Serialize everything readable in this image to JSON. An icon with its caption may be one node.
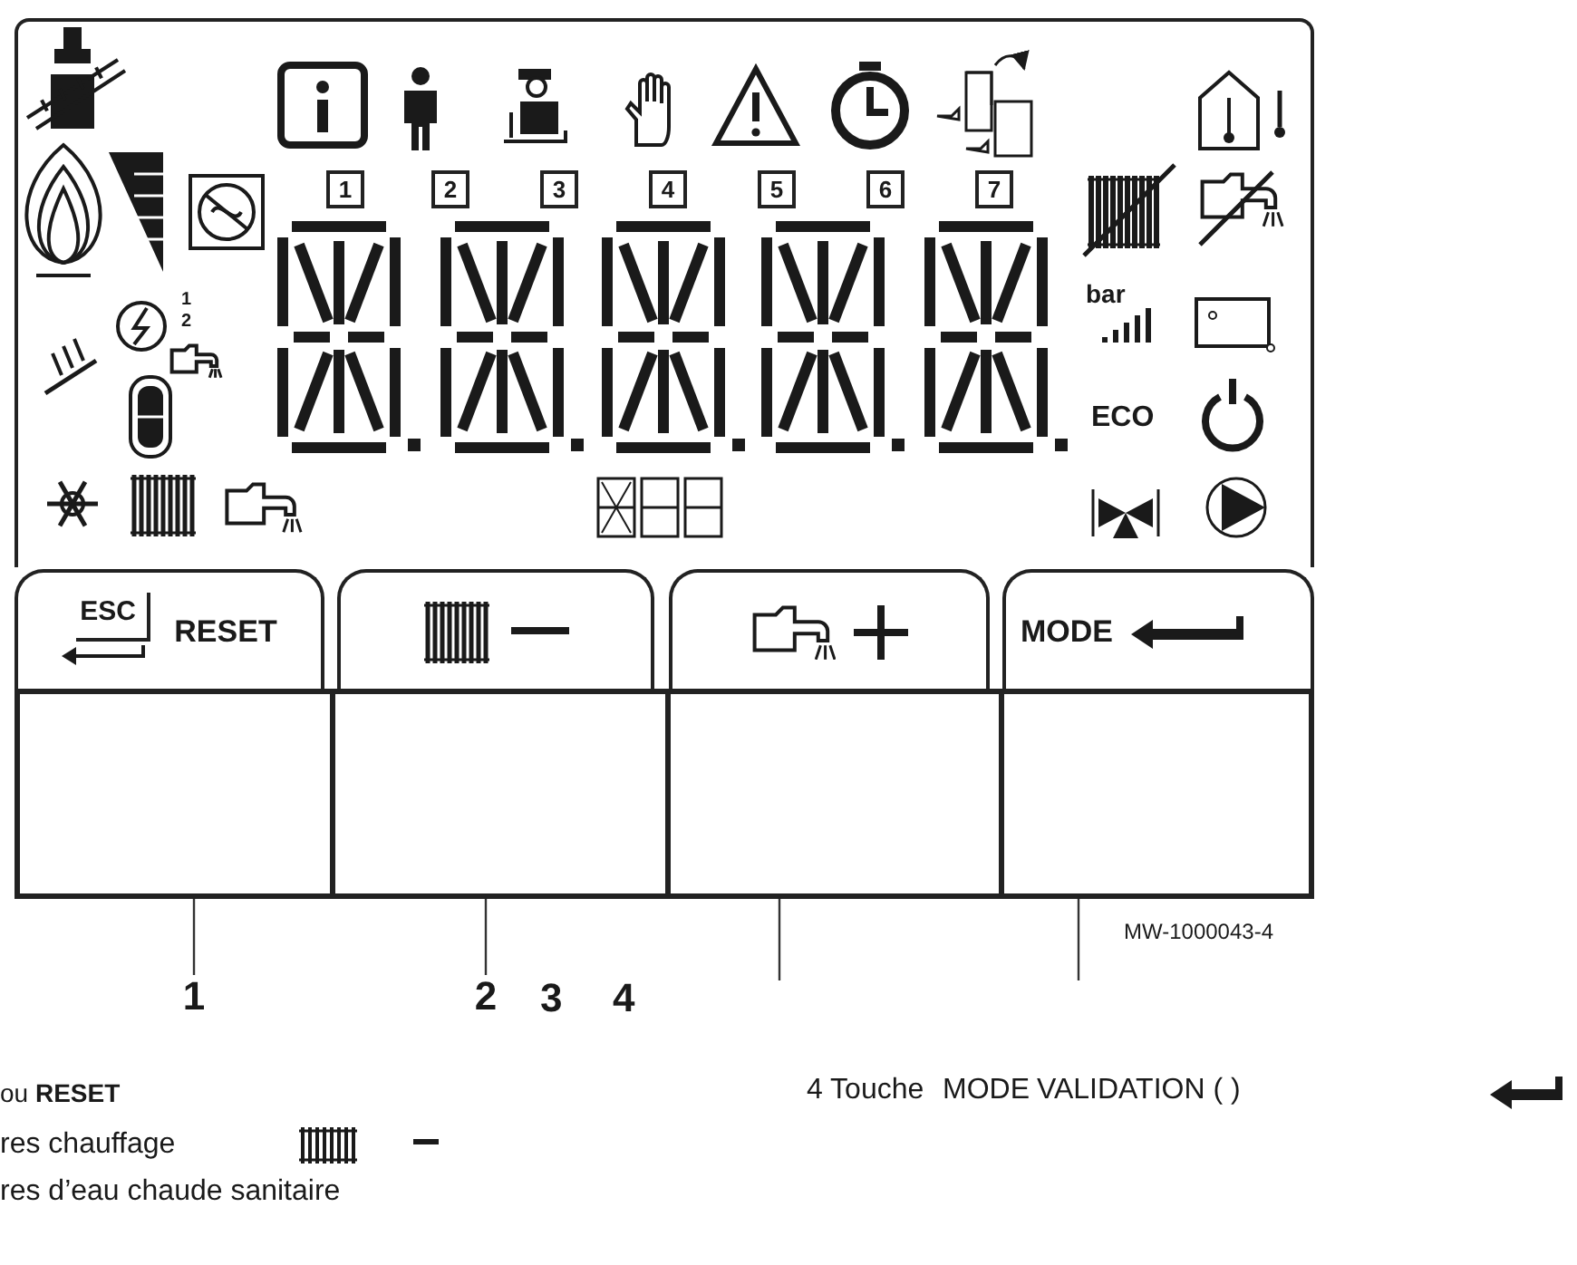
{
  "diagram": {
    "nodes": [
      {
        "text": [],
        "shape": "box"
      },
      {
        "text": [
          "1"
        ],
        "in": 0
      },
      {
        "text": [
          "2"
        ],
        "in": 0
      },
      {
        "text": [
          "3"
        ],
        "in": 0
      },
      {
        "text": [
          "4"
        ],
        "in": 0
      },
      {
        "text": [
          "5"
        ],
        "in": 0
      },
      {
        "text": [
          "6"
        ],
        "in": 0
      },
      {
        "text": [
          "7"
        ],
        "in": 0
      },
      {
        "text": [
          "ESC",
          "RESET"
        ]
      },
      {
        "text": [],
        "shape": "box"
      },
      {
        "text": [],
        "shape": "box"
      },
      {
        "text": [
          "MODE"
        ]
      },
      {
        "text": [],
        "shape": "box"
      },
      {
        "text": [],
        "shape": "box"
      },
      {
        "text": [],
        "shape": "box"
      },
      {
        "text": [],
        "shape": "box"
      },
      {
        "text": [
          "1"
        ]
      },
      {
        "text": [
          "2"
        ]
      }
    ],
    "edges": [
      {
        "from": 16,
        "to": 12,
        "arrow": "none"
      },
      {
        "from": 17,
        "to": 13,
        "arrow": "none"
      },
      {
        "from": null,
        "to": 14,
        "arrow": "none"
      },
      {
        "from": null,
        "to": 15,
        "arrow": "none"
      }
    ],
    "labels": [
      "1",
      "2",
      "bar",
      "ECO",
      "3",
      "4",
      "MW-1000043-4",
      "ou **RESET**",
      "res chauffage",
      "res d’eau chaude sanitaire",
      "4 Touche",
      "MODE",
      "VALIDATION ( )"
    ]
  }
}
